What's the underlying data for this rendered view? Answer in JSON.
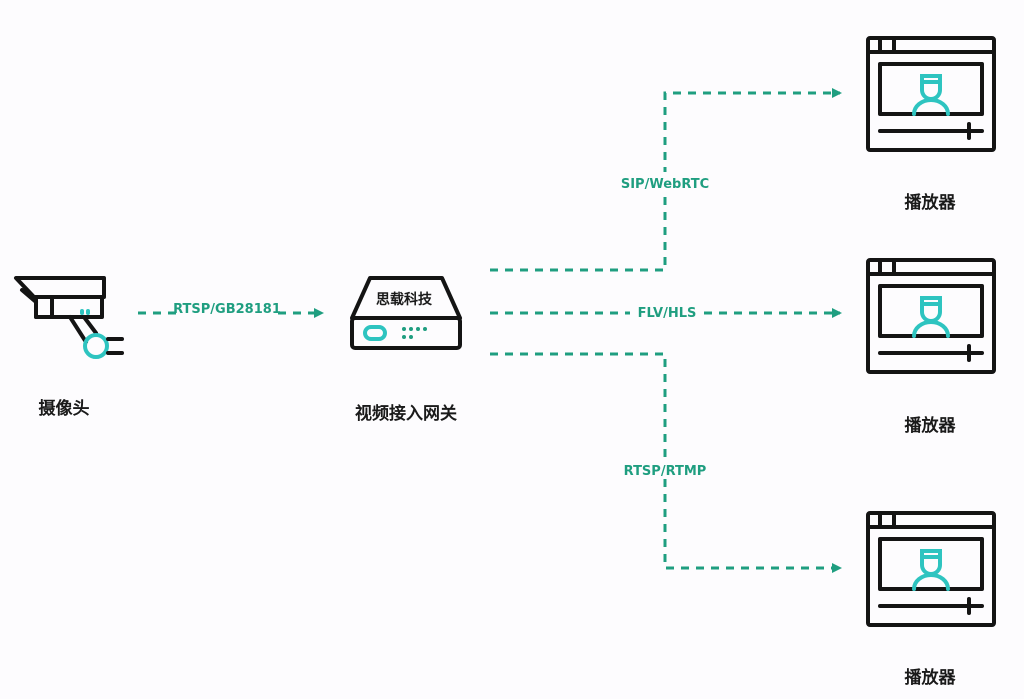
{
  "colors": {
    "line": "#1f9e80",
    "accent": "#2ec4c0",
    "icon": "#141414"
  },
  "camera": {
    "label": "摄像头",
    "icon": "security-camera-icon"
  },
  "gateway": {
    "label": "视频接入网关",
    "brand": "思载科技",
    "icon": "gateway-device-icon"
  },
  "links": {
    "input": "RTSP/GB28181",
    "top": "SIP/WebRTC",
    "middle": "FLV/HLS",
    "bottom": "RTSP/RTMP"
  },
  "players": [
    {
      "label": "播放器"
    },
    {
      "label": "播放器"
    },
    {
      "label": "播放器"
    }
  ]
}
